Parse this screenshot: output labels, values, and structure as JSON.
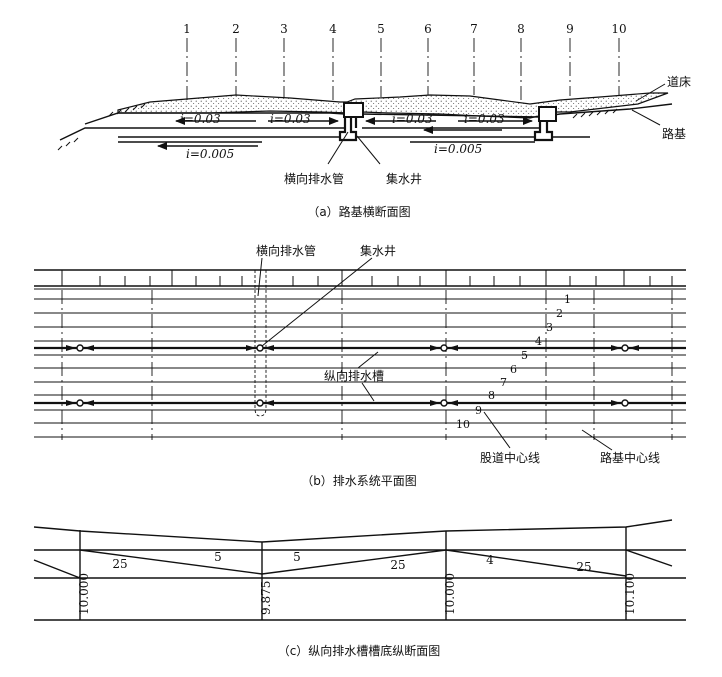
{
  "figure_a": {
    "caption": "（a）路基横断面图",
    "section_numbers": [
      "1",
      "2",
      "3",
      "4",
      "5",
      "6",
      "7",
      "8",
      "9",
      "10"
    ],
    "label_ballast": "道床",
    "label_subgrade": "路基",
    "label_cross_pipe": "横向排水管",
    "label_sump": "集水井",
    "slope_labels": [
      "i=0.03",
      "i=0.03",
      "i=0.03",
      "i=0.03"
    ],
    "flow_labels": [
      "i=0.005",
      "i=0.005"
    ]
  },
  "figure_b": {
    "caption": "（b）排水系统平面图",
    "label_cross_pipe": "横向排水管",
    "label_sump": "集水井",
    "label_long_trough": "纵向排水槽",
    "label_track_center": "股道中心线",
    "label_subgrade_center": "路基中心线",
    "line_numbers": [
      "1",
      "2",
      "3",
      "4",
      "5",
      "6",
      "7",
      "8",
      "9",
      "10"
    ]
  },
  "figure_c": {
    "caption": "（c）纵向排水槽槽底纵断面图",
    "elevations": [
      "10.000",
      "9.875",
      "10.000",
      "10.100"
    ],
    "segment_lengths": [
      "25",
      "5",
      "5",
      "25",
      "4",
      "25"
    ]
  }
}
